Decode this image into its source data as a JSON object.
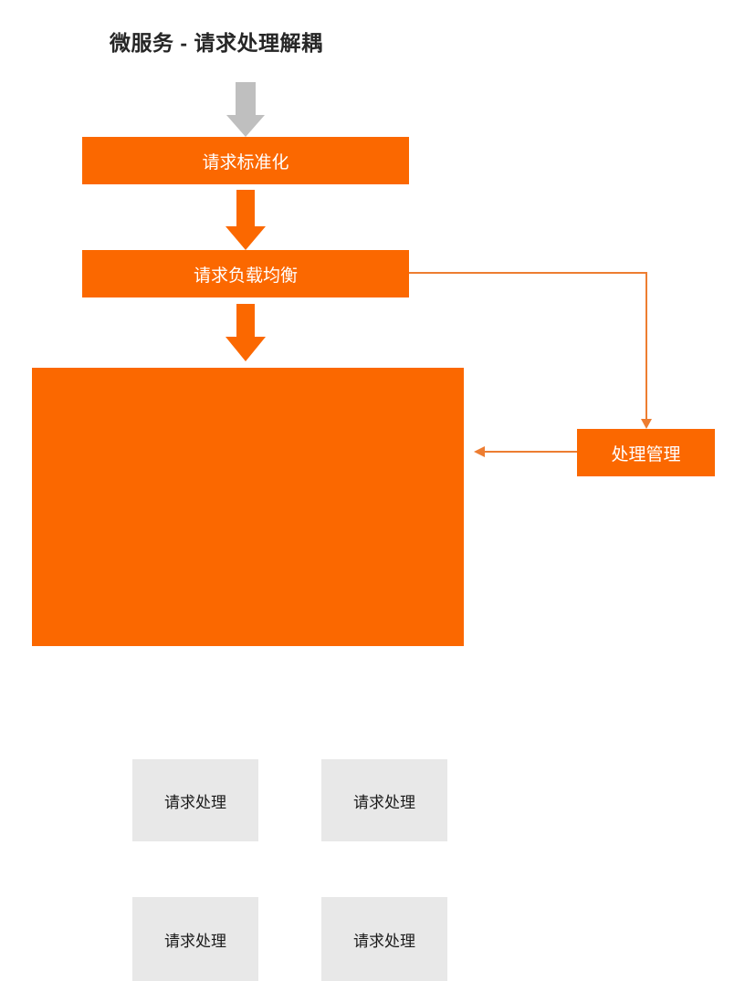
{
  "page": {
    "title": "微服务 - 请求处理解耦",
    "background": "#FFFFFF"
  },
  "colors": {
    "accent_orange": "#FB6800",
    "connector_orange": "#ED7D31",
    "worker_gray": "#E8E8E8",
    "first_arrow_gray": "#BFBFBF",
    "title_text": "#262626",
    "orange_box_text": "#FFFFFF",
    "gray_box_text": "#1A1A1A"
  },
  "nodes": {
    "entry_arrow": {
      "icon": "arrow-down-icon",
      "color": "#BFBFBF"
    },
    "standardize": {
      "label": "请求标准化",
      "style": "orange"
    },
    "arrow_standardize_to_loadbalance": {
      "icon": "arrow-down-icon",
      "color": "#FB6800"
    },
    "loadbalance": {
      "label": "请求负载均衡",
      "style": "orange"
    },
    "arrow_loadbalance_to_pool": {
      "icon": "arrow-down-icon",
      "color": "#FB6800"
    },
    "worker_pool": {
      "style": "orange",
      "workers": [
        {
          "label": "请求处理"
        },
        {
          "label": "请求处理"
        },
        {
          "label": "请求处理"
        },
        {
          "label": "请求处理"
        }
      ]
    },
    "manager": {
      "label": "处理管理",
      "style": "orange"
    }
  },
  "connectors": [
    {
      "name": "loadbalance-to-manager",
      "from": "请求负载均衡",
      "to": "处理管理",
      "shape": "elbow-right-down",
      "arrowhead": "to"
    },
    {
      "name": "manager-to-worker-pool",
      "from": "处理管理",
      "to": "请求处理池",
      "shape": "straight-left",
      "arrowhead": "to"
    }
  ]
}
